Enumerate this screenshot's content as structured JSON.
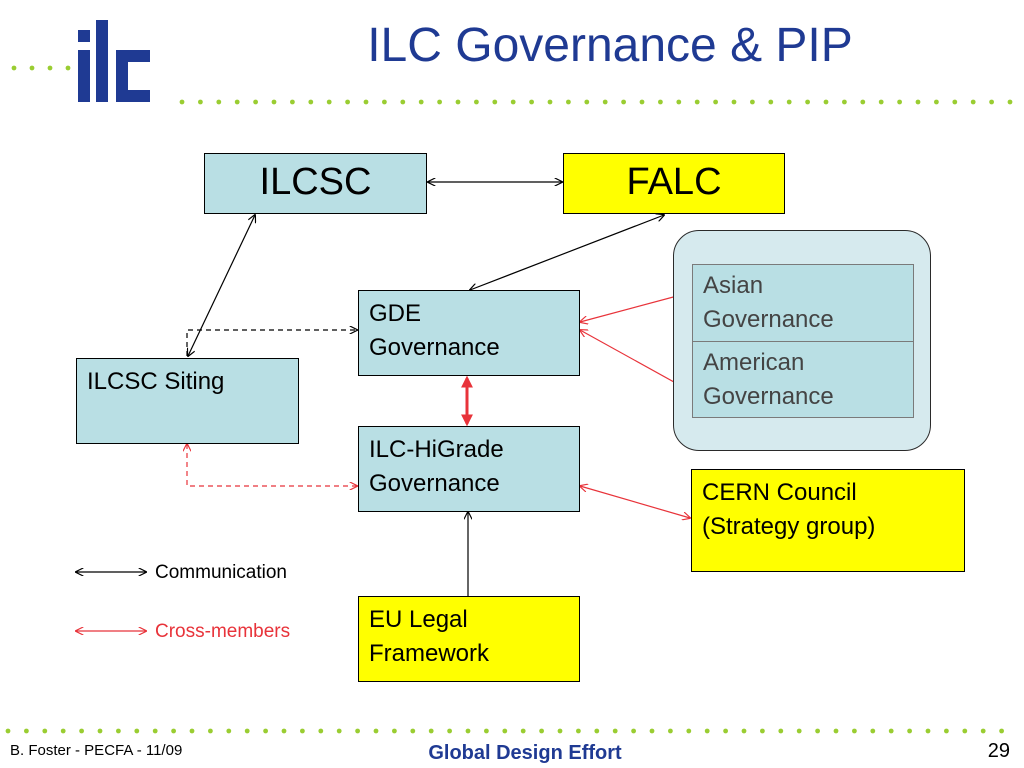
{
  "title": "ILC Governance & PIP",
  "logo": {
    "text": "ilc"
  },
  "boxes": {
    "ilcsc": "ILCSC",
    "falc": "FALC",
    "gde": "GDE\nGovernance",
    "ilcsc_siting": "ILCSC Siting",
    "ilc_higrade": "ILC-HiGrade\nGovernance",
    "eu_legal": "EU Legal\nFramework",
    "cern": "CERN Council\n(Strategy group)",
    "asian": "Asian\nGovernance",
    "american": "American\nGovernance"
  },
  "legend": {
    "communication": "Communication",
    "cross_members": "Cross-members"
  },
  "footer": {
    "author": "B. Foster - PECFA - 11/09",
    "org": "Global Design Effort",
    "page": "29"
  },
  "colors": {
    "title": "#1f3a93",
    "green_dots": "#9acd32",
    "cyan": "#b9dfe4",
    "yellow": "#ffff00",
    "cross_members": "#e8333a"
  }
}
